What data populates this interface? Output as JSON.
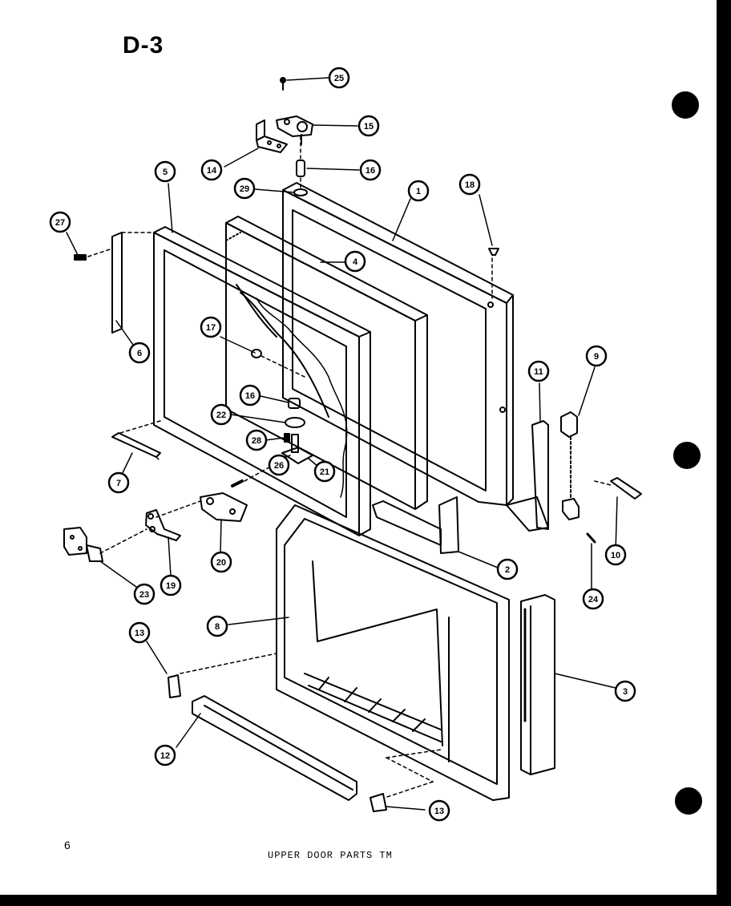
{
  "page": {
    "title": "D-3",
    "page_number": "6",
    "caption": "UPPER DOOR PARTS TM"
  },
  "callouts": [
    {
      "id": "c25",
      "label": "25"
    },
    {
      "id": "c15",
      "label": "15"
    },
    {
      "id": "c14",
      "label": "14"
    },
    {
      "id": "c16a",
      "label": "16"
    },
    {
      "id": "c29",
      "label": "29"
    },
    {
      "id": "c1",
      "label": "1"
    },
    {
      "id": "c18",
      "label": "18"
    },
    {
      "id": "c5",
      "label": "5"
    },
    {
      "id": "c27",
      "label": "27"
    },
    {
      "id": "c4",
      "label": "4"
    },
    {
      "id": "c6a",
      "label": "6"
    },
    {
      "id": "c17",
      "label": "17"
    },
    {
      "id": "c16b",
      "label": "16"
    },
    {
      "id": "c22",
      "label": "22"
    },
    {
      "id": "c28",
      "label": "28"
    },
    {
      "id": "c26",
      "label": "26"
    },
    {
      "id": "c21",
      "label": "21"
    },
    {
      "id": "c7",
      "label": "7"
    },
    {
      "id": "c11",
      "label": "11"
    },
    {
      "id": "c9",
      "label": "9"
    },
    {
      "id": "c10",
      "label": "10"
    },
    {
      "id": "c24",
      "label": "24"
    },
    {
      "id": "c2",
      "label": "2"
    },
    {
      "id": "c20",
      "label": "20"
    },
    {
      "id": "c19",
      "label": "19"
    },
    {
      "id": "c23",
      "label": "23"
    },
    {
      "id": "c8",
      "label": "8"
    },
    {
      "id": "c13a",
      "label": "13"
    },
    {
      "id": "c3",
      "label": "3"
    },
    {
      "id": "c12",
      "label": "12"
    },
    {
      "id": "c13b",
      "label": "13"
    }
  ]
}
